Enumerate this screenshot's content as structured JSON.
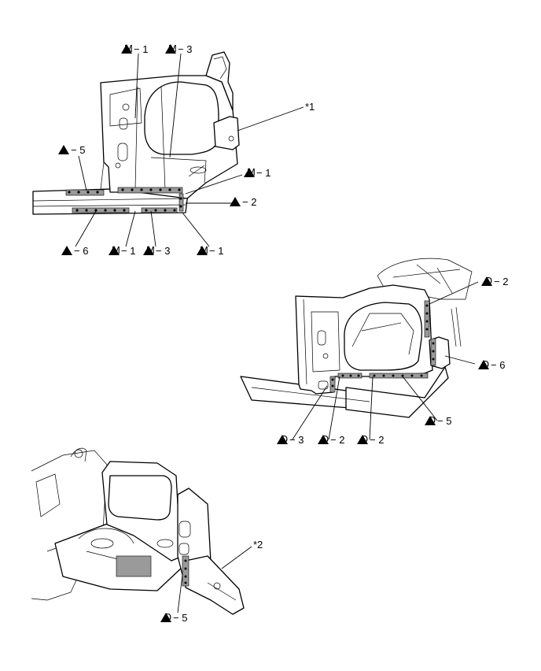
{
  "callouts": {
    "d1_m1_top": "M",
    "d1_m1_top_num": "− 1",
    "d1_m3_top": "M",
    "d1_m3_top_num": "− 3",
    "d1_ref1": "*1",
    "d1_i5": "I",
    "d1_i5_num": "− 5",
    "d1_m1_right": "M",
    "d1_m1_right_num": "− 1",
    "d1_i2": "I",
    "d1_i2_num": "− 2",
    "d1_i6": "I",
    "d1_i6_num": "− 6",
    "d1_m1_bot": "M",
    "d1_m1_bot_num": "− 1",
    "d1_m3_bot": "M",
    "d1_m3_bot_num": "− 3",
    "d1_m1_bot2": "M",
    "d1_m1_bot2_num": "− 1",
    "d2_o2_top": "O",
    "d2_o2_top_num": "− 2",
    "d2_o6": "O",
    "d2_o6_num": "− 6",
    "d2_o5": "O",
    "d2_o5_num": "− 5",
    "d2_o3": "O",
    "d2_o3_num": "− 3",
    "d2_o2_b1": "O",
    "d2_o2_b1_num": "− 2",
    "d2_o2_b2": "O",
    "d2_o2_b2_num": "− 2",
    "d3_ref2": "*2",
    "d3_o5": "O",
    "d3_o5_num": "− 5"
  }
}
